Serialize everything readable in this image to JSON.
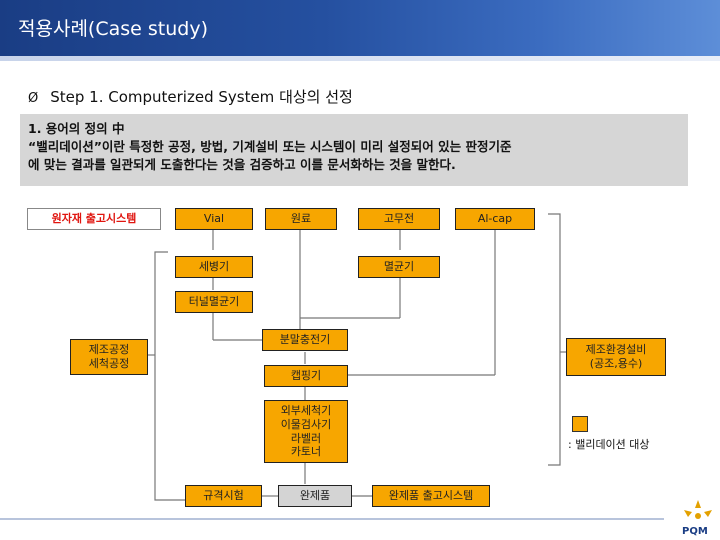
{
  "header": {
    "title": "적용사례(Case study)"
  },
  "step": {
    "marker": "Ø",
    "label": "Step 1. Computerized System 대상의 선정"
  },
  "definition": {
    "line1": "1. 용어의 정의 中",
    "line2": "“밸리데이션”이란 특정한 공정, 방법, 기계설비 또는 시스템이 미리 설정되어 있는 판정기준",
    "line3": "에 맞는 결과를 일관되게 도출한다는 것을 검증하고 이를 문서화하는 것을 말한다."
  },
  "flow": {
    "raw_release": "원자재 출고시스템",
    "vial": "Vial",
    "raw_material": "원료",
    "rubber_stopper": "고무전",
    "al_cap": "Al-cap",
    "washer": "세병기",
    "sterilizer": "멸균기",
    "tunnel": "터널멸균기",
    "powder_filler": "분말충전기",
    "process_left": [
      "제조공정",
      "세척공정"
    ],
    "env_right": [
      "제조환경설비",
      "(공조,용수)"
    ],
    "capper": "캡핑기",
    "packing": [
      "외부세척기",
      "이물검사기",
      "라벨러",
      "카토너"
    ],
    "qc": "규격시험",
    "finished": "완제품",
    "finished_release": "완제품 출고시스템"
  },
  "legend": {
    "label": ": 밸리데이션 대상",
    "color": "#f7a600"
  },
  "logo": {
    "text": "PQM"
  }
}
